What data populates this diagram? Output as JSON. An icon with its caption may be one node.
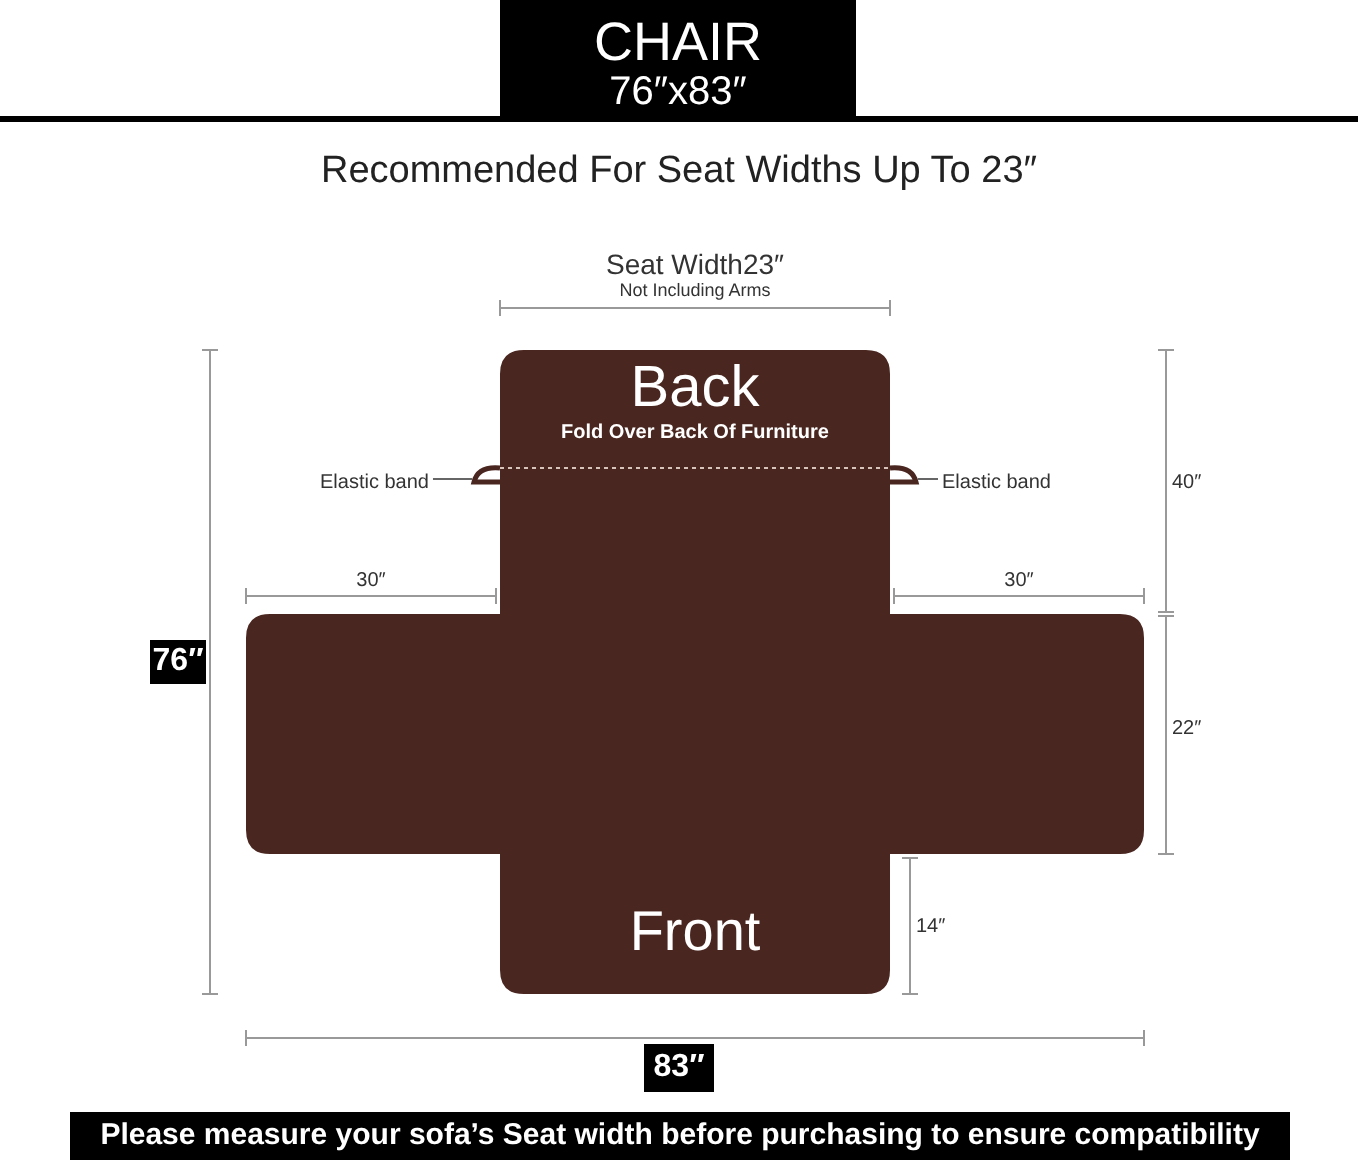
{
  "diagram": {
    "title": "CHAIR",
    "caption": "Please measure your sofa’s Seat width before purchasing to ensure compatibility",
    "nodes": [
      {
        "text": [
          "Back",
          "Fold Over Back Of Furniture",
          "Front"
        ]
      },
      {
        "text": [
          "Elastic band"
        ]
      },
      {
        "text": [],
        "shape": "loop"
      },
      {
        "text": [
          "Elastic band"
        ]
      },
      {
        "text": [],
        "shape": "loop"
      }
    ],
    "edges": [
      {
        "from": 1,
        "to": 2,
        "arrow": "none"
      },
      {
        "from": 3,
        "to": 4,
        "arrow": "none"
      }
    ],
    "labels": [
      "76″x83″",
      "Recommended For Seat Widths Up To 23″",
      "Seat Width23″",
      "Not Including Arms",
      "40″",
      "30″",
      "30″",
      "76″",
      "22″",
      "14″",
      "83″"
    ]
  }
}
